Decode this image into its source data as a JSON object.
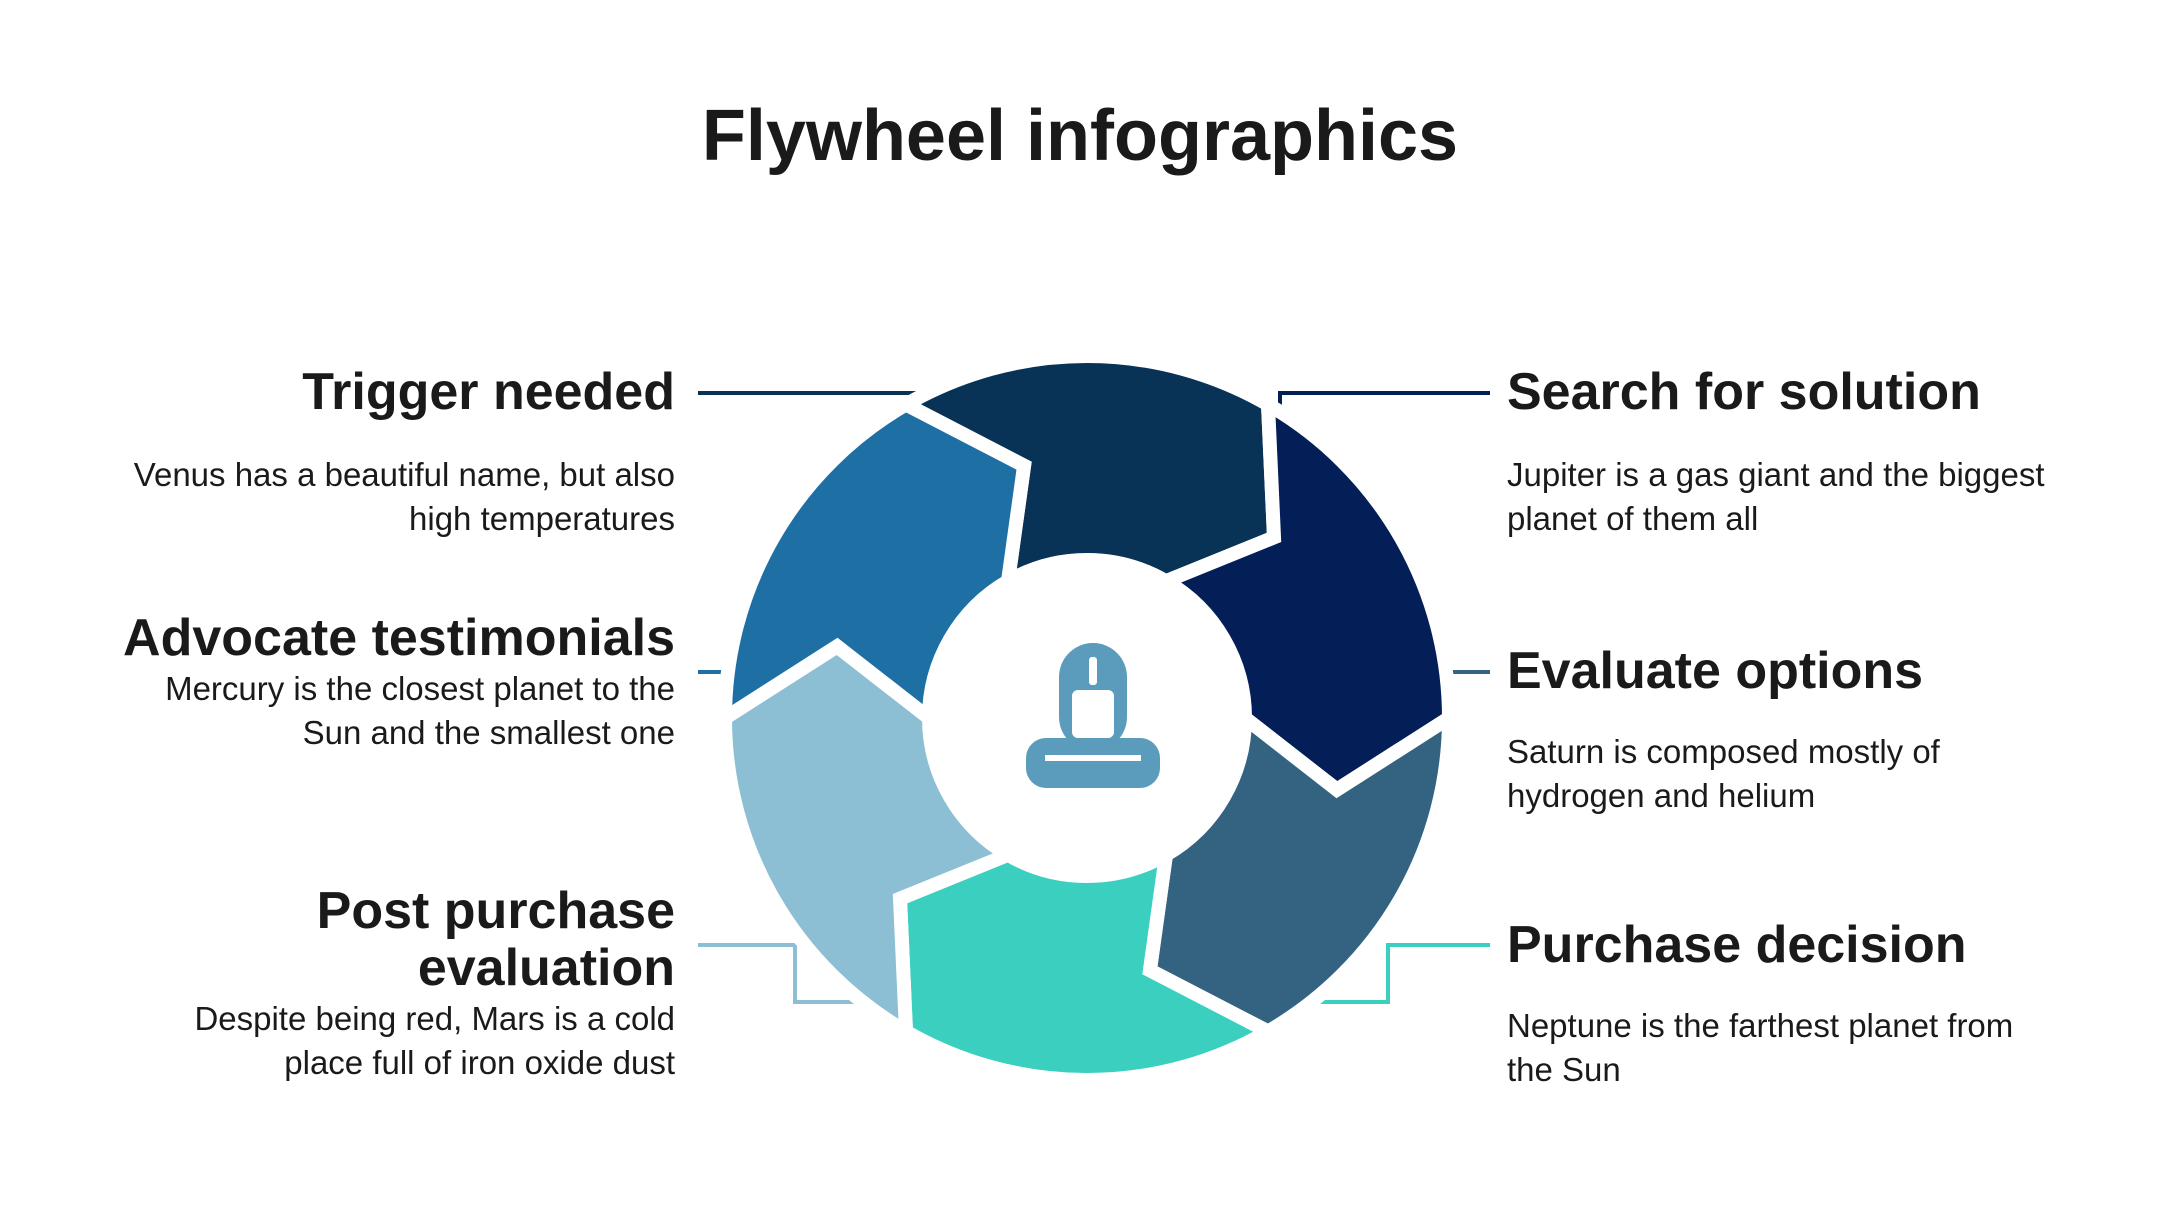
{
  "title": "Flywheel infographics",
  "colors": {
    "trigger": "#083256",
    "search": "#041f57",
    "evaluate": "#346381",
    "purchase": "#3acfbf",
    "post": "#8cbfd4",
    "advocate": "#1e6fa4",
    "icon": "#5b9bbb"
  },
  "icon": "person-icon",
  "steps": {
    "trigger": {
      "heading": "Trigger needed",
      "text": "Venus has a beautiful name, but also high temperatures"
    },
    "search": {
      "heading": "Search for solution",
      "text": "Jupiter is a gas giant and the biggest planet of them all"
    },
    "evaluate": {
      "heading": "Evaluate options",
      "text": "Saturn is composed mostly of hydrogen and helium"
    },
    "purchase": {
      "heading": "Purchase decision",
      "text": "Neptune is the farthest planet from the Sun"
    },
    "post": {
      "heading": "Post purchase evaluation",
      "text": "Despite being red, Mars is a cold place full of iron oxide dust"
    },
    "advocate": {
      "heading": "Advocate testimonials",
      "text": "Mercury is the closest planet to the Sun and the smallest one"
    }
  }
}
